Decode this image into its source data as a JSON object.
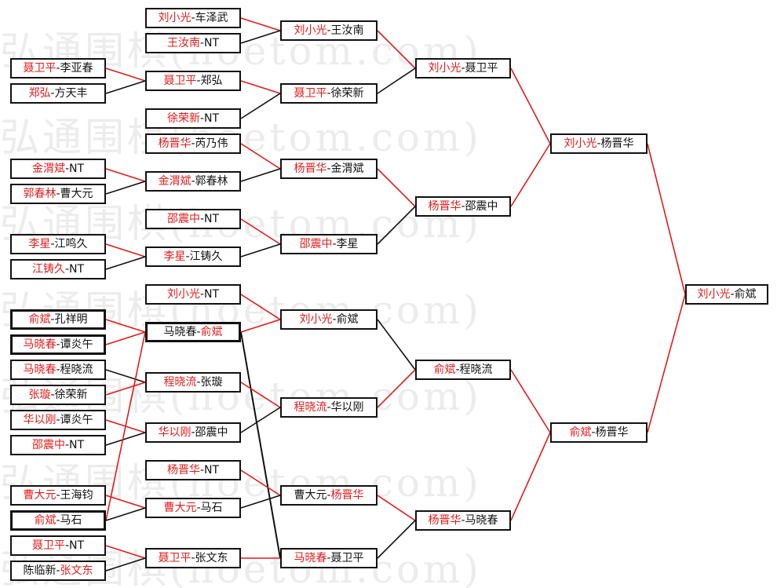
{
  "watermark": "弘通围棋(hoetom.com)",
  "colors": {
    "winner": "#e31b1b",
    "loser": "#111111",
    "winner_line": "#e31b1b",
    "loser_line": "#111111"
  },
  "bracket": {
    "r0": [
      {
        "winner": "聂卫平",
        "loser": "李亚春",
        "order": "wl"
      },
      {
        "winner": "郑弘",
        "loser": "方天丰",
        "order": "wl"
      },
      {
        "winner": "金渭斌",
        "loser": "NT",
        "order": "wl"
      },
      {
        "winner": "郭春林",
        "loser": "曹大元",
        "order": "wl"
      },
      {
        "winner": "李星",
        "loser": "江鸣久",
        "order": "wl"
      },
      {
        "winner": "江铸久",
        "loser": "NT",
        "order": "wl"
      },
      {
        "winner": "俞斌",
        "loser": "孔祥明",
        "order": "wl"
      },
      {
        "winner": "马晓春",
        "loser": "谭炎午",
        "order": "wl"
      },
      {
        "winner": "马晓春",
        "loser": "程晓流",
        "order": "wl"
      },
      {
        "winner": "张璇",
        "loser": "徐荣新",
        "order": "wl"
      },
      {
        "winner": "华以刚",
        "loser": "谭炎午",
        "order": "wl"
      },
      {
        "winner": "邵震中",
        "loser": "NT",
        "order": "wl"
      },
      {
        "winner": "曹大元",
        "loser": "王海钧",
        "order": "wl"
      },
      {
        "winner": "俞斌",
        "loser": "马石",
        "order": "wl"
      },
      {
        "winner": "聂卫平",
        "loser": "NT",
        "order": "wl"
      },
      {
        "winner": "张文东",
        "loser": "陈临新",
        "order": "lw"
      }
    ],
    "r1": [
      {
        "winner": "刘小光",
        "loser": "车泽武",
        "order": "wl"
      },
      {
        "winner": "王汝南",
        "loser": "NT",
        "order": "wl"
      },
      {
        "winner": "聂卫平",
        "loser": "郑弘",
        "order": "wl"
      },
      {
        "winner": "徐荣新",
        "loser": "NT",
        "order": "wl"
      },
      {
        "winner": "杨晋华",
        "loser": "芮乃伟",
        "order": "wl"
      },
      {
        "winner": "金渭斌",
        "loser": "郭春林",
        "order": "wl"
      },
      {
        "winner": "邵震中",
        "loser": "NT",
        "order": "wl"
      },
      {
        "winner": "李星",
        "loser": "江铸久",
        "order": "wl"
      },
      {
        "winner": "刘小光",
        "loser": "NT",
        "order": "wl"
      },
      {
        "winner": "俞斌",
        "loser": "马晓春",
        "order": "lw"
      },
      {
        "winner": "程晓流",
        "loser": "张璇",
        "order": "wl"
      },
      {
        "winner": "华以刚",
        "loser": "邵震中",
        "order": "wl"
      },
      {
        "winner": "杨晋华",
        "loser": "NT",
        "order": "wl"
      },
      {
        "winner": "曹大元",
        "loser": "马石",
        "order": "wl"
      },
      {
        "winner": "聂卫平",
        "loser": "张文东",
        "order": "wl"
      }
    ],
    "r2": [
      {
        "winner": "刘小光",
        "loser": "王汝南",
        "order": "wl"
      },
      {
        "winner": "聂卫平",
        "loser": "徐荣新",
        "order": "wl"
      },
      {
        "winner": "杨晋华",
        "loser": "金渭斌",
        "order": "wl"
      },
      {
        "winner": "邵震中",
        "loser": "李星",
        "order": "wl"
      },
      {
        "winner": "刘小光",
        "loser": "俞斌",
        "order": "wl"
      },
      {
        "winner": "程晓流",
        "loser": "华以刚",
        "order": "wl"
      },
      {
        "winner": "杨晋华",
        "loser": "曹大元",
        "order": "lw"
      },
      {
        "winner": "马晓春",
        "loser": "聂卫平",
        "order": "wl"
      }
    ],
    "r3": [
      {
        "winner": "刘小光",
        "loser": "聂卫平",
        "order": "wl"
      },
      {
        "winner": "杨晋华",
        "loser": "邵震中",
        "order": "wl"
      },
      {
        "winner": "俞斌",
        "loser": "程晓流",
        "order": "wl"
      },
      {
        "winner": "杨晋华",
        "loser": "马晓春",
        "order": "wl"
      }
    ],
    "r4": [
      {
        "winner": "刘小光",
        "loser": "杨晋华",
        "order": "wl"
      },
      {
        "winner": "俞斌",
        "loser": "杨晋华",
        "order": "wl"
      }
    ],
    "r5": [
      {
        "winner": "刘小光",
        "loser": "俞斌",
        "order": "wl"
      }
    ]
  }
}
